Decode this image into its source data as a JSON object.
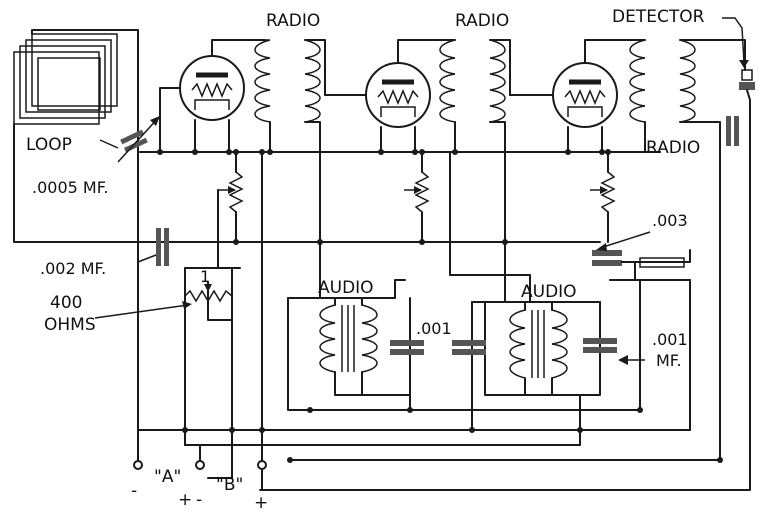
{
  "labels": {
    "radio_1": "RADIO",
    "radio_2": "RADIO",
    "radio_3": "RADIO",
    "detector": "DETECTOR",
    "loop": "LOOP",
    "cap_0005": ".0005 MF.",
    "cap_002": ".002 MF.",
    "cap_003": ".003",
    "res_400_a": "400",
    "res_400_b": "OHMS",
    "res_num": "1",
    "audio_1": "AUDIO",
    "audio_2": "AUDIO",
    "cap_001_a": ".001",
    "cap_001_b": ".001",
    "cap_001_b_unit": "MF.",
    "term_a": "\"A\"",
    "term_b": "\"B\"",
    "sign_a_minus": "-",
    "sign_a_plus": "+",
    "sign_b_minus": "-",
    "sign_b_plus": "+"
  }
}
